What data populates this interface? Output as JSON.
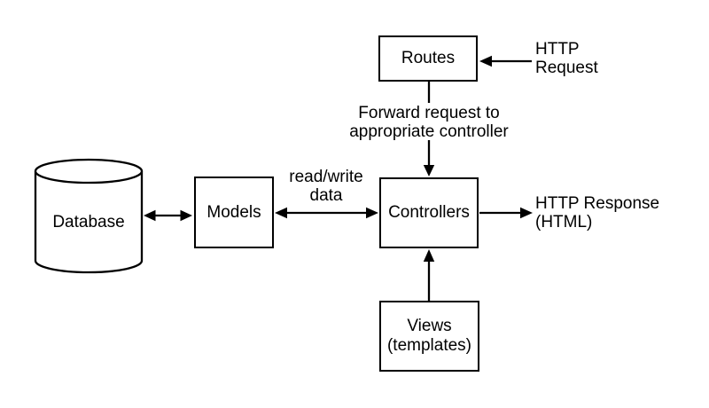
{
  "diagram": {
    "type": "flowchart",
    "colors": {
      "background": "#ffffff",
      "stroke": "#000000",
      "text": "#000000"
    },
    "nodes": {
      "routes": {
        "label": "Routes",
        "shape": "rectangle"
      },
      "database": {
        "label": "Database",
        "shape": "cylinder"
      },
      "models": {
        "label": "Models",
        "shape": "rectangle"
      },
      "controllers": {
        "label": "Controllers",
        "shape": "rectangle"
      },
      "views": {
        "label_line1": "Views",
        "label_line2": "(templates)",
        "shape": "rectangle"
      }
    },
    "labels": {
      "http_request": {
        "line1": "HTTP",
        "line2": "Request"
      },
      "forward": {
        "line1": "Forward request to",
        "line2": "appropriate controller"
      },
      "read_write": {
        "line1": "read/write",
        "line2": "data"
      },
      "http_response": {
        "line1": "HTTP Response",
        "line2": "(HTML)"
      }
    },
    "edges": [
      {
        "from": "http-request",
        "to": "routes",
        "style": "single-arrow"
      },
      {
        "from": "routes",
        "to": "controllers",
        "style": "single-arrow",
        "label": "Forward request to appropriate controller"
      },
      {
        "from": "database",
        "to": "models",
        "style": "double-arrow"
      },
      {
        "from": "models",
        "to": "controllers",
        "style": "double-arrow",
        "label": "read/write data"
      },
      {
        "from": "controllers",
        "to": "http-response",
        "style": "single-arrow"
      },
      {
        "from": "views",
        "to": "controllers",
        "style": "single-arrow"
      }
    ]
  }
}
